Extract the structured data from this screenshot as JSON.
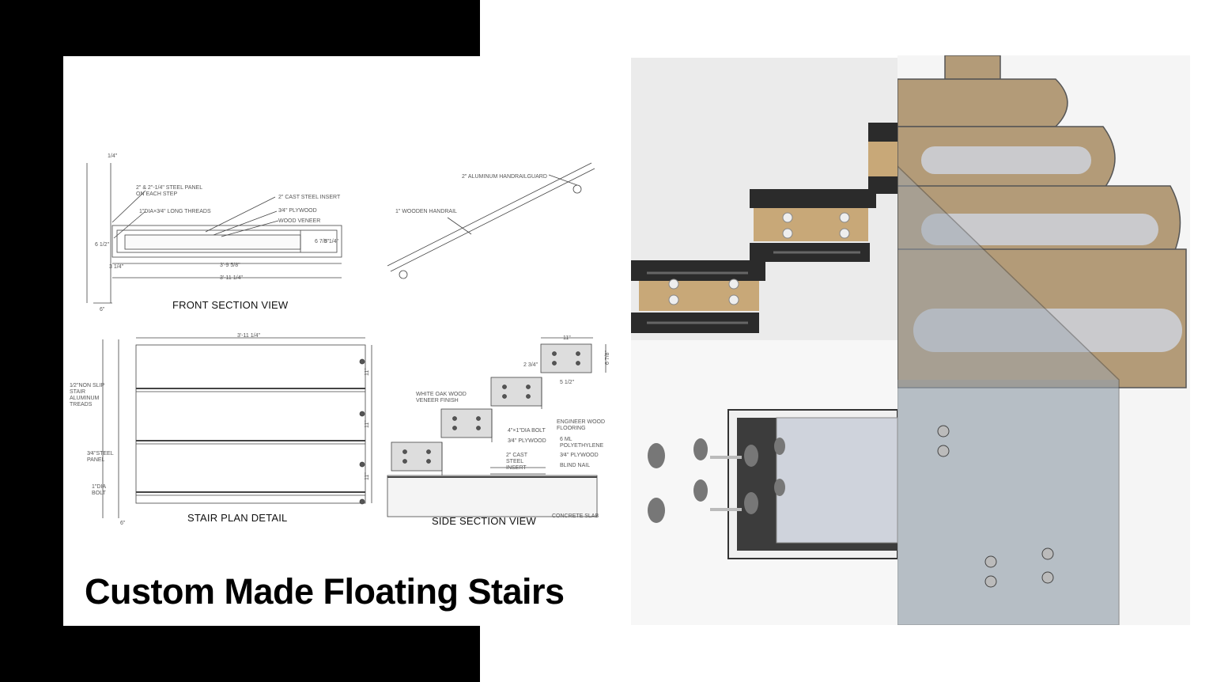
{
  "slide": {
    "title": "Custom Made Floating Stairs"
  },
  "drawing": {
    "captions": {
      "front_section": "FRONT SECTION VIEW",
      "handrail": "",
      "plan": "STAIR PLAN DETAIL",
      "side_section": "SIDE SECTION VIEW"
    },
    "front_notes": {
      "dim_top": "1/4\"",
      "steel_panel": "2\" & 2\"-1/4\" STEEL PANEL",
      "steel_panel_2": "ON EACH STEP",
      "threads": "1\"DIA×3⁄4\" LONG THREADS",
      "cast_insert": "2\" CAST STEEL INSERT",
      "plywood": "3⁄4\" PLYWOOD",
      "veneer": "WOOD VENEER",
      "dim_side": "6 1/2\"",
      "dim_inner_a": "6 7/8\"",
      "dim_inner_b": "5 1/4\"",
      "dim_small": "3 1/4\"",
      "width_inner": "3'-9 5/8\"",
      "width_outer": "3'-11 1/4\"",
      "dim_bottom": "6\""
    },
    "handrail_notes": {
      "guard": "2\" ALUMINUM HANDRAILGUARD",
      "wood": "1\" WOODEN HANDRAIL"
    },
    "plan_notes": {
      "width": "3'-11 1/4\"",
      "non_slip_1": "1⁄2\"NON SLIP",
      "non_slip_2": "STAIR",
      "non_slip_3": "ALUMINUM",
      "non_slip_4": "TREADS",
      "steel_1": "3⁄4\"STEEL",
      "steel_2": "PANEL",
      "bolt_1": "1\"DIA",
      "bolt_2": "BOLT",
      "riser_a": "11\"",
      "riser_b": "11\"",
      "riser_c": "11\"",
      "dim_bottom": "6\""
    },
    "side_notes": {
      "top_dim": "11\"",
      "dim_234": "2 3/4\"",
      "dim_512": "5 1/2\"",
      "dim_678": "6 7/8\"",
      "white_oak_1": "WHITE OAK WOOD",
      "white_oak_2": "VENEER FINISH",
      "bolt": "4\"×1\"DIA BOLT",
      "plywood": "3⁄4\" PLYWOOD",
      "cast_1": "2\" CAST",
      "cast_2": "STEEL",
      "cast_3": "INSERT",
      "eng_floor_1": "ENGINEER WOOD",
      "eng_floor_2": "FLOORING",
      "poly_1": "6 ML",
      "poly_2": "POLYETHYLENE",
      "plywood_2": "3⁄4\" PLYWOOD",
      "blind_nail": "BLIND NAIL",
      "slab": "CONCRETE SLAB"
    }
  },
  "colors": {
    "background": "#ffffff",
    "black_block": "#000000",
    "cork": "#c8a878",
    "steel": "#2b2b2b",
    "glass": "#9aa6b2",
    "tread_wood": "#a07e55"
  }
}
